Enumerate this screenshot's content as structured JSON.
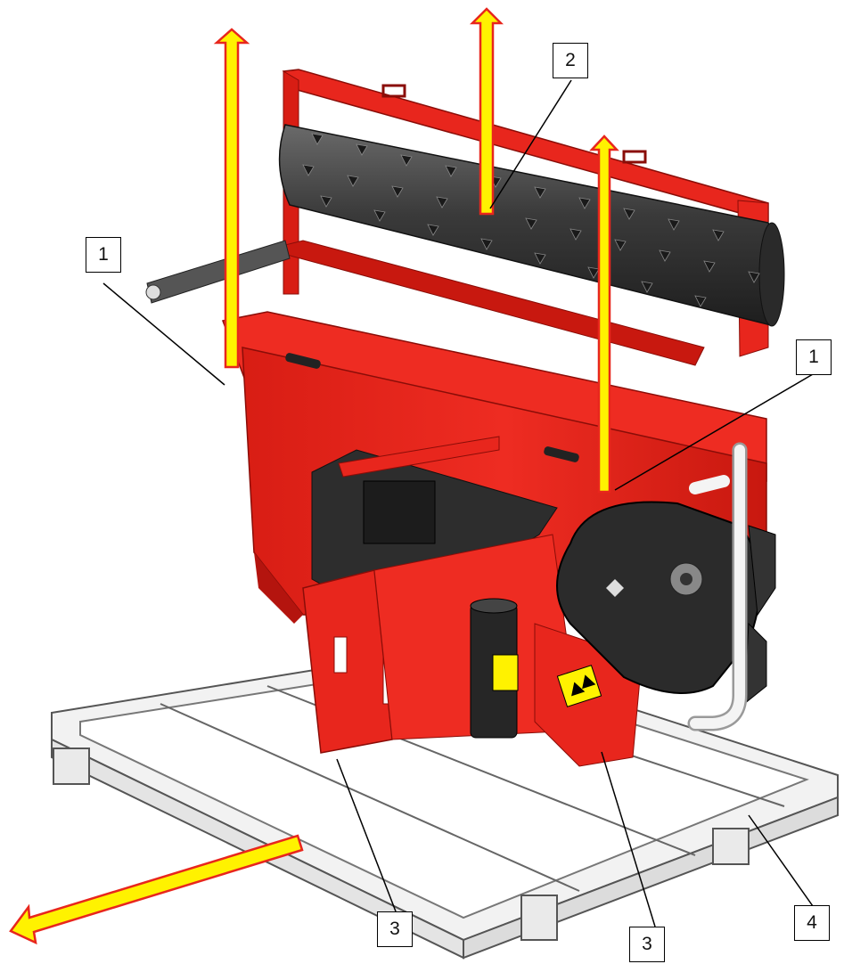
{
  "callouts": [
    {
      "id": "c1a",
      "label": "1"
    },
    {
      "id": "c2",
      "label": "2"
    },
    {
      "id": "c1b",
      "label": "1"
    },
    {
      "id": "c3a",
      "label": "3"
    },
    {
      "id": "c3b",
      "label": "3"
    },
    {
      "id": "c4",
      "label": "4"
    }
  ],
  "colors": {
    "machine_red": "#e8261d",
    "machine_dark": "#b4140e",
    "roller": "#3c3c3c",
    "plate": "#2d2d2d",
    "arrow_fill": "#fff200",
    "arrow_outline": "#e8261d",
    "pallet": "#f2f2f2",
    "pallet_line": "#555555"
  },
  "icons": [
    "lift-arrow-icon",
    "pull-arrow-icon",
    "warning-decal-icon"
  ]
}
